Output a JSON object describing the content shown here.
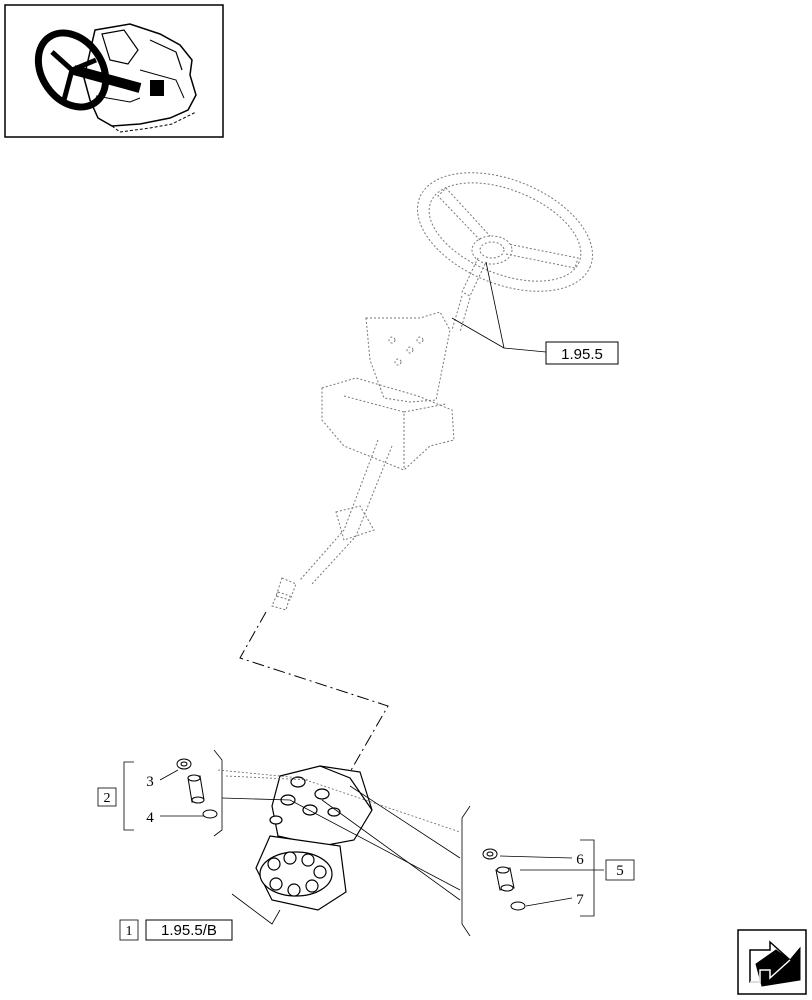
{
  "thumbnail": {
    "icon": "tractor-cab-steering-icon"
  },
  "references": {
    "steering_group": "1.95.5",
    "steering_unit": "1.95.5/B"
  },
  "callouts": {
    "item_1": "1",
    "item_2": "2",
    "item_3": "3",
    "item_4": "4",
    "item_5": "5",
    "item_6": "6",
    "item_7": "7"
  },
  "nav": {
    "icon": "next-page-arrow-icon"
  }
}
